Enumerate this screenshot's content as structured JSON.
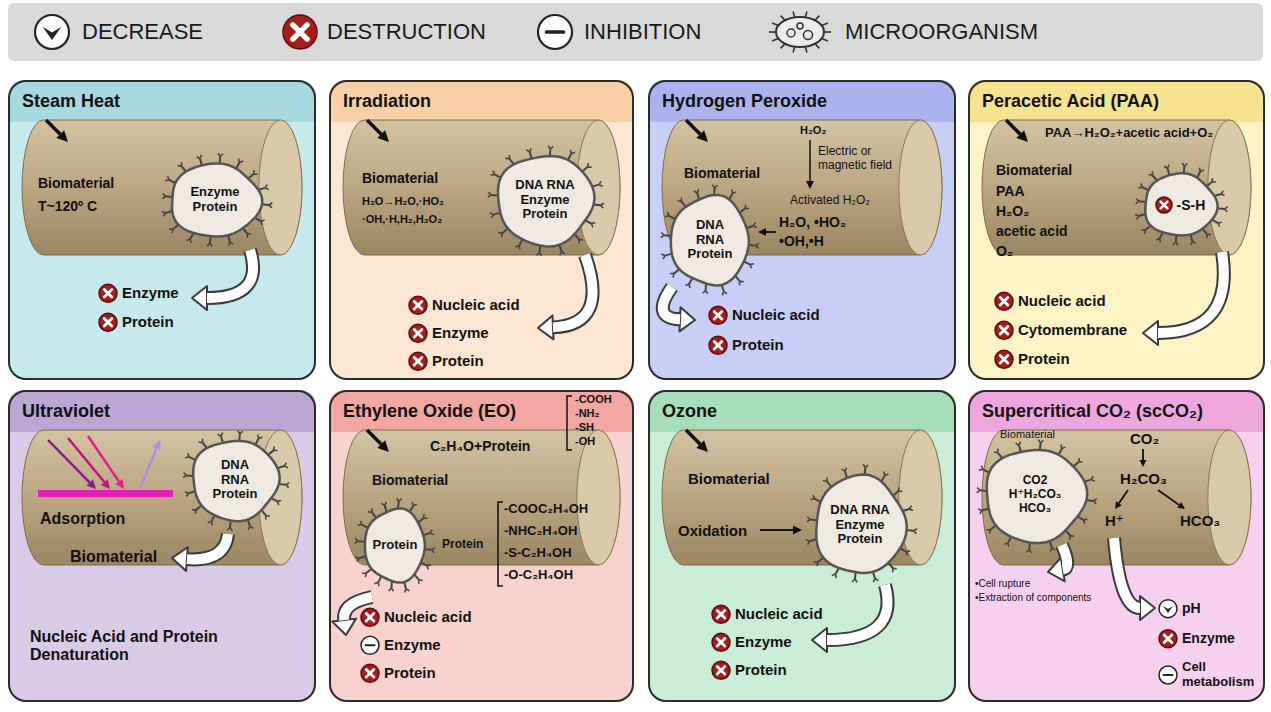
{
  "diagram": {
    "nodes": [
      {
        "text": [
          "Steam Heat"
        ]
      },
      {
        "text": [
          "Enzyme Protein"
        ],
        "in": 0
      },
      {
        "text": [
          "Irradiation"
        ]
      },
      {
        "text": [
          "DNA RNA Enzyme Protein"
        ],
        "in": 2
      },
      {
        "text": [
          "Hydrogen Peroxide"
        ]
      },
      {
        "text": [
          "DNA RNA Protein"
        ],
        "in": 4
      },
      {
        "text": [
          "Peracetic Acid (PAA)"
        ]
      },
      {
        "text": [
          "-S-H"
        ],
        "in": 6
      },
      {
        "text": [
          "Ultraviolet"
        ]
      },
      {
        "text": [
          "DNA RNA Protein"
        ],
        "in": 8
      },
      {
        "text": [
          "Ethylene Oxide (EO)"
        ]
      },
      {
        "text": [
          "Protein"
        ],
        "in": 10
      },
      {
        "text": [
          "Ozone"
        ]
      },
      {
        "text": [
          "DNA RNA Enzyme Protein"
        ],
        "in": 12
      },
      {
        "text": [
          "Supercritical CO₂ (scCO₂)"
        ]
      },
      {
        "text": [
          "CO2 H⁺H₂CO₃ HCO₃"
        ],
        "in": 14
      }
    ],
    "labels": [
      "Biomaterial",
      "T~120º C",
      "Enzyme",
      "Protein",
      "Biomaterial",
      "H₂O→H₂O,·HO₂",
      "·OH,·H,H₂,H₂O₂",
      "Nucleic acid",
      "Enzyme",
      "Protein",
      "H₂O₂",
      "Electric or magnetic field",
      "Biomaterial",
      "Activated H₂O₂",
      "H₂O, •HO₂",
      "•OH,•H",
      "Nucleic acid",
      "Protein",
      "PAA→H₂O₂+acetic acid+O₂",
      "Biomaterial",
      "PAA",
      "H₂O₂",
      "acetic acid",
      "O₂",
      "Nucleic acid",
      "Cytomembrane",
      "Protein",
      "Adsorption",
      "Biomaterial",
      "Nucleic Acid and Protein Denaturation",
      "-COOH",
      "-NH₂",
      "-SH",
      "-OH",
      "C₂H₄O+Protein",
      "Biomaterial",
      "Protein",
      "-COOC₂H₄OH",
      "-NHC₂H₄OH",
      "-S-C₂H₄OH",
      "-O-C₂H₄OH",
      "Nucleic acid",
      "Enzyme",
      "Protein",
      "Biomaterial",
      "Oxidation",
      "Nucleic acid",
      "Enzyme",
      "Protein",
      "Biomaterial",
      "CO₂",
      "H₂CO₃",
      "H⁺",
      "HCO₃",
      "•Cell rupture",
      "•Extraction of components",
      "pH",
      "Enzyme",
      "Cell metabolism"
    ],
    "legend": [
      {
        "text": "DECREASE"
      },
      {
        "text": "DESTRUCTION"
      },
      {
        "text": "INHIBITION"
      },
      {
        "text": "MICROORGANISM"
      }
    ]
  }
}
